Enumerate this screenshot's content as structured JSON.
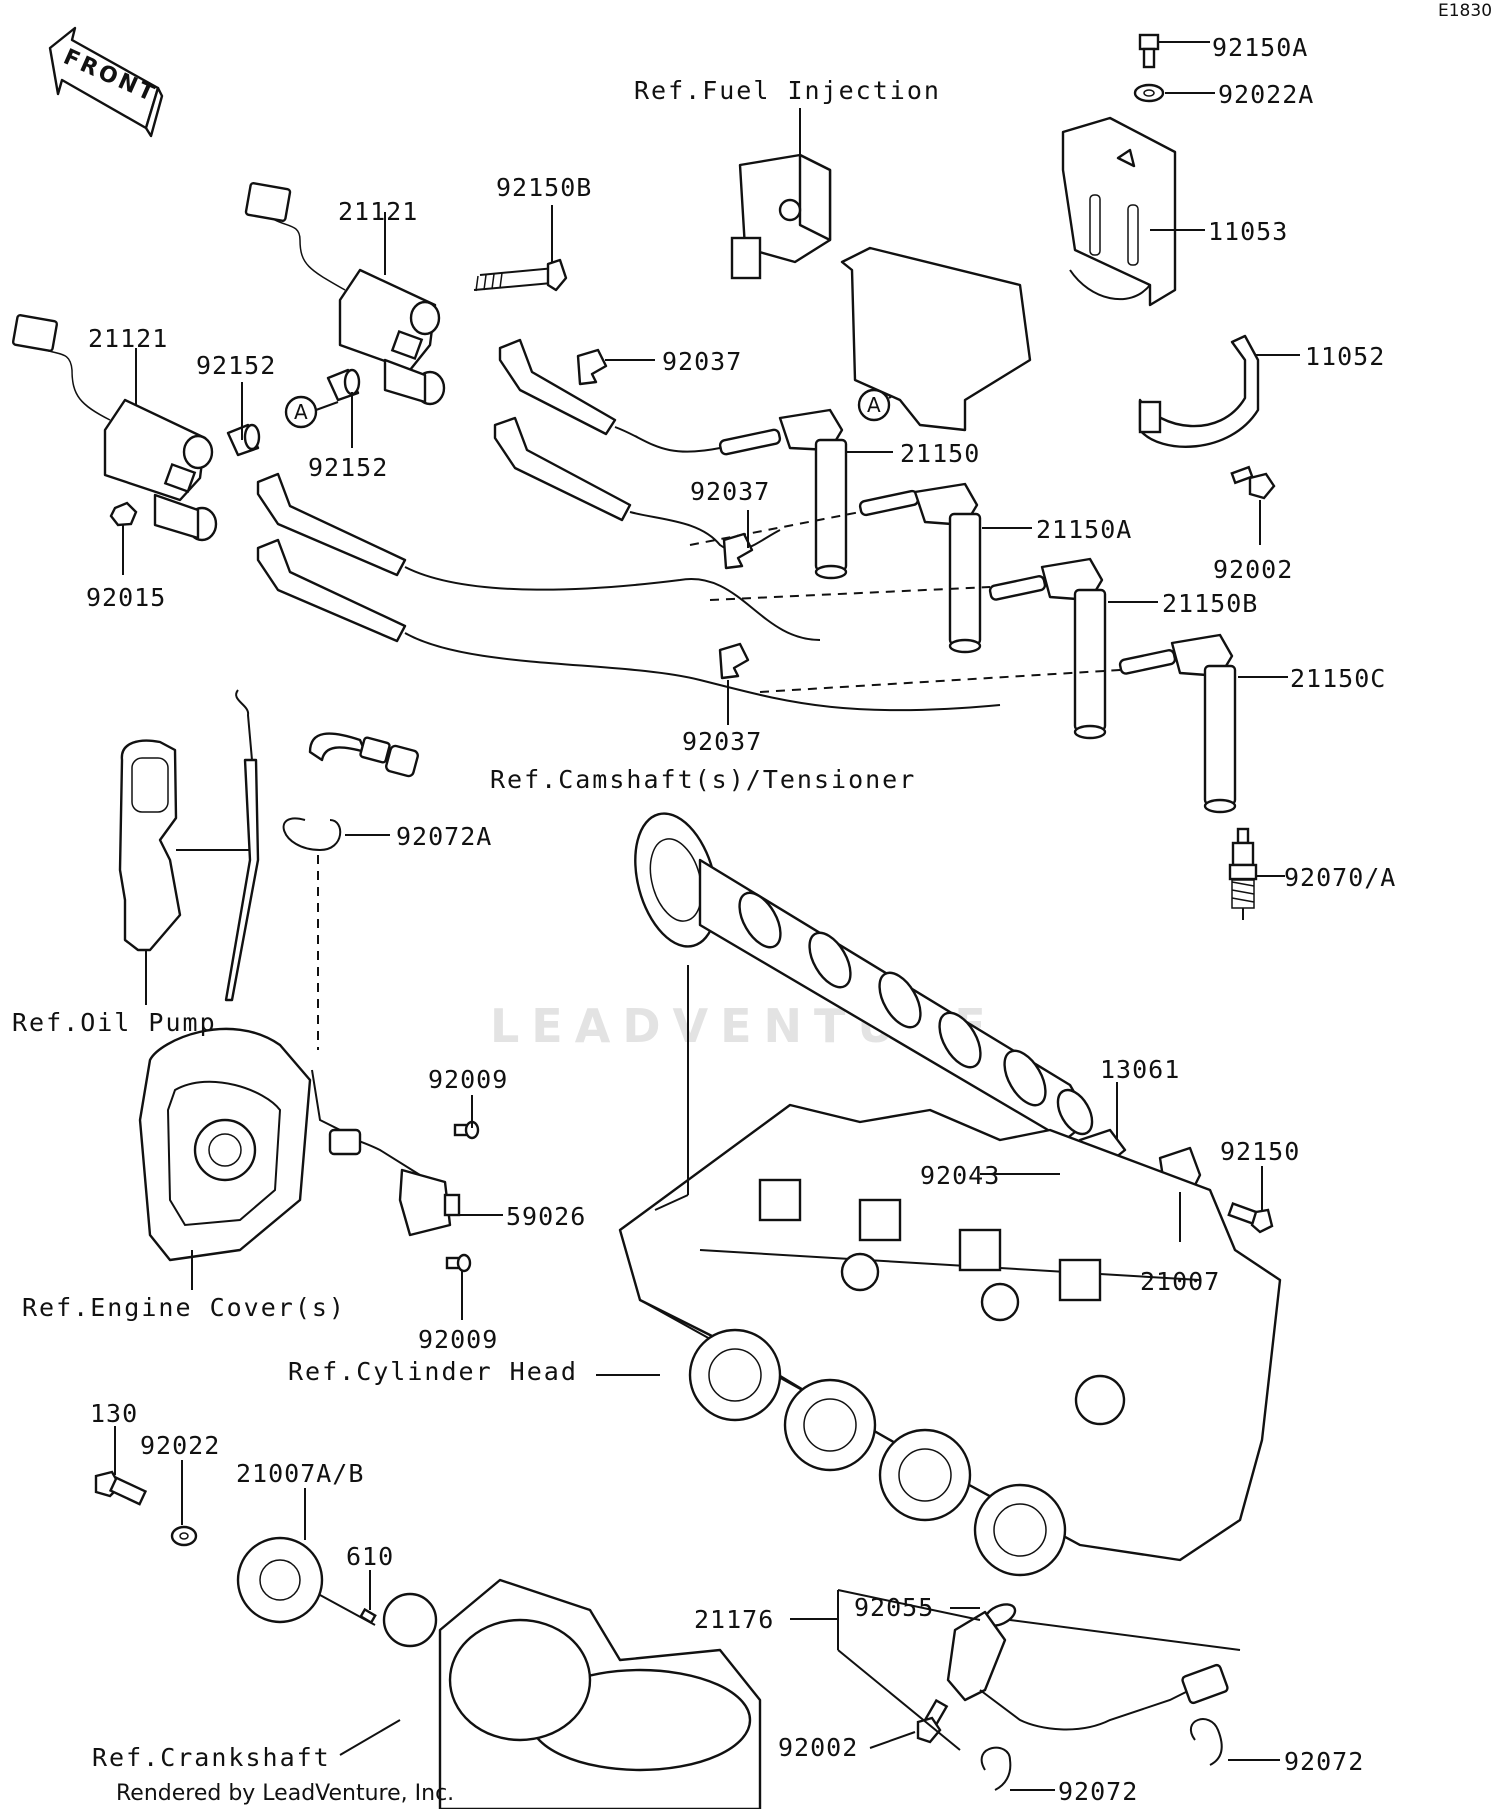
{
  "diagram_code": "E1830",
  "front_label": "FRONT",
  "watermark": "LEADVENTURE",
  "credit": "Rendered by LeadVenture, Inc.",
  "marker_letter": "A",
  "refs": {
    "fuel_injection": "Ref.Fuel Injection",
    "camshaft": "Ref.Camshaft(s)/Tensioner",
    "oil_pump": "Ref.Oil Pump",
    "engine_cover": "Ref.Engine Cover(s)",
    "cylinder_head": "Ref.Cylinder Head",
    "crankshaft": "Ref.Crankshaft"
  },
  "parts": {
    "p92150A": "92150A",
    "p92022A": "92022A",
    "p11053": "11053",
    "p11052": "11052",
    "p92002_top": "92002",
    "p21121_a": "21121",
    "p21121_b": "21121",
    "p92150B": "92150B",
    "p92037_a": "92037",
    "p92037_b": "92037",
    "p92037_c": "92037",
    "p92152_a": "92152",
    "p92152_b": "92152",
    "p92015": "92015",
    "p21150": "21150",
    "p21150A": "21150A",
    "p21150B": "21150B",
    "p21150C": "21150C",
    "p92072A": "92072A",
    "p92070A": "92070/A",
    "p92009_a": "92009",
    "p92009_b": "92009",
    "p59026": "59026",
    "p13061": "13061",
    "p92043": "92043",
    "p92150": "92150",
    "p21007": "21007",
    "p130": "130",
    "p92022": "92022",
    "p21007AB": "21007A/B",
    "p610": "610",
    "p21176": "21176",
    "p92055": "92055",
    "p92002_bottom": "92002",
    "p92072_a": "92072",
    "p92072_b": "92072"
  }
}
